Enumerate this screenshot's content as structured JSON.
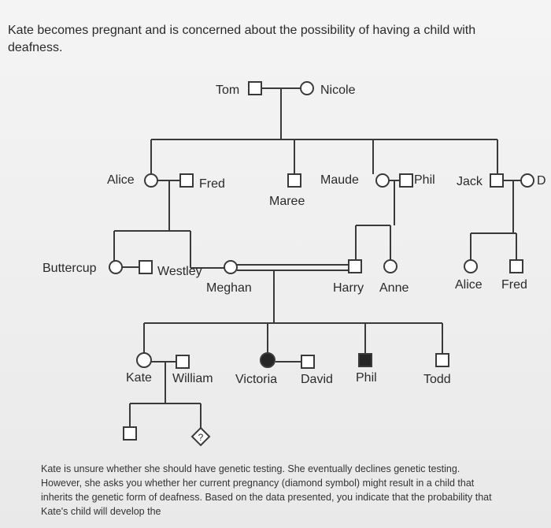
{
  "intro_text": "Kate becomes pregnant and is concerned about the possibility of having a child with deafness.",
  "pedigree": {
    "gen1": {
      "male": "Tom",
      "female": "Nicole"
    },
    "gen2": {
      "alice": "Alice",
      "fred": "Fred",
      "maree": "Maree",
      "maude": "Maude",
      "phil": "Phil",
      "jack": "Jack",
      "cut_partner": "D"
    },
    "gen3": {
      "buttercup": "Buttercup",
      "westley": "Westley",
      "meghan": "Meghan",
      "harry": "Harry",
      "anne": "Anne",
      "alice": "Alice",
      "fred": "Fred"
    },
    "gen4": {
      "kate": "Kate",
      "william": "William",
      "victoria": "Victoria",
      "david": "David",
      "phil": "Phil",
      "todd": "Todd"
    },
    "gen5": {
      "unknown_symbol": "?"
    }
  },
  "conclusion_text": "Kate is unsure whether she should have genetic testing. She eventually declines genetic testing. However, she asks you whether her current pregnancy (diamond symbol) might result in a child that inherits the genetic form of deafness. Based on the data presented, you indicate that the probability that Kate's child will develop the",
  "colors": {
    "affected": "#262626",
    "line": "#3a3a3a"
  }
}
